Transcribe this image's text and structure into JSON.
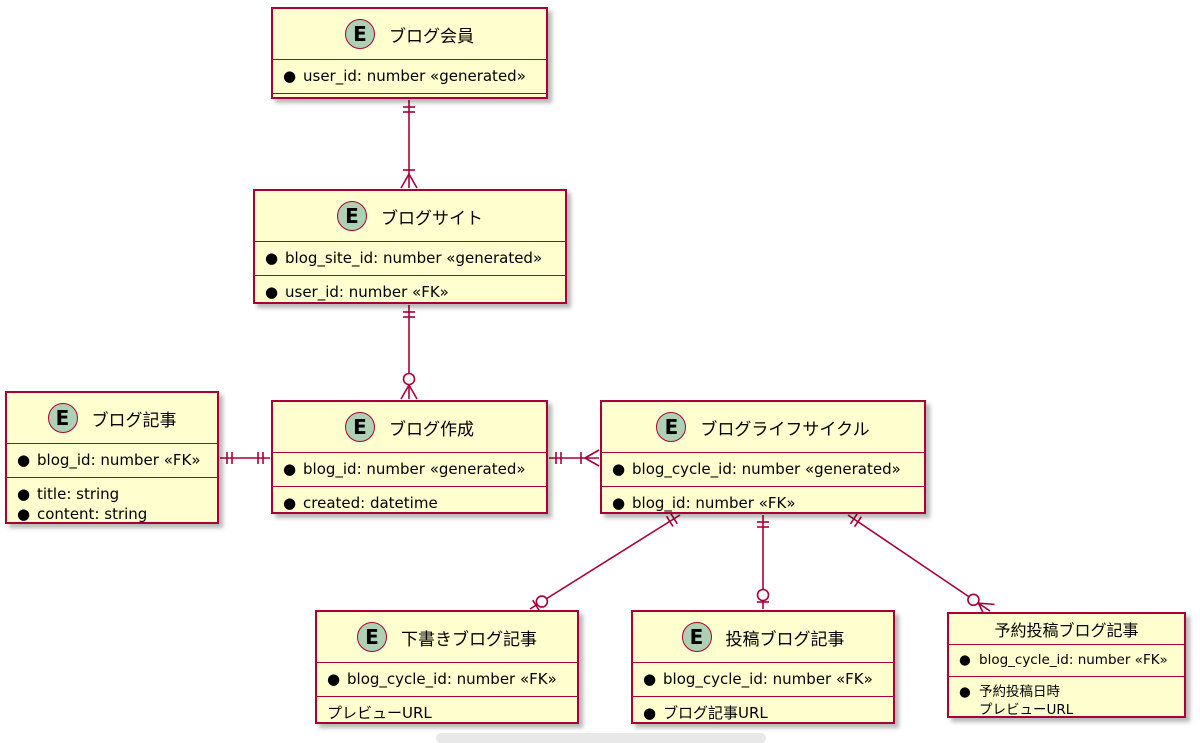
{
  "entities": {
    "member": {
      "title": "ブログ会員",
      "badge": "E",
      "sections": [
        [
          {
            "bullet": true,
            "text": "user_id: number «generated»"
          }
        ]
      ]
    },
    "site": {
      "title": "ブログサイト",
      "badge": "E",
      "sections": [
        [
          {
            "bullet": true,
            "text": "blog_site_id: number «generated»"
          }
        ],
        [
          {
            "bullet": true,
            "text": "user_id: number «FK»"
          }
        ]
      ]
    },
    "article": {
      "title": "ブログ記事",
      "badge": "E",
      "sections": [
        [
          {
            "bullet": true,
            "text": "blog_id: number «FK»"
          }
        ],
        [
          {
            "bullet": true,
            "text": "title: string"
          },
          {
            "bullet": true,
            "text": "content: string"
          }
        ]
      ]
    },
    "creation": {
      "title": "ブログ作成",
      "badge": "E",
      "sections": [
        [
          {
            "bullet": true,
            "text": "blog_id: number «generated»"
          }
        ],
        [
          {
            "bullet": true,
            "text": "created: datetime"
          }
        ]
      ]
    },
    "lifecycle": {
      "title": "ブログライフサイクル",
      "badge": "E",
      "sections": [
        [
          {
            "bullet": true,
            "text": "blog_cycle_id: number «generated»"
          }
        ],
        [
          {
            "bullet": true,
            "text": "blog_id: number «FK»"
          }
        ]
      ]
    },
    "draft": {
      "title": "下書きブログ記事",
      "badge": "E",
      "sections": [
        [
          {
            "bullet": true,
            "text": "blog_cycle_id: number «FK»"
          }
        ],
        [
          {
            "bullet": false,
            "text": "プレビューURL"
          }
        ]
      ]
    },
    "published": {
      "title": "投稿ブログ記事",
      "badge": "E",
      "sections": [
        [
          {
            "bullet": true,
            "text": "blog_cycle_id: number «FK»"
          }
        ],
        [
          {
            "bullet": true,
            "text": "ブログ記事URL"
          }
        ]
      ]
    },
    "scheduled": {
      "title": "予約投稿ブログ記事",
      "badge": "",
      "sections": [
        [
          {
            "bullet": true,
            "text": "blog_cycle_id: number «FK»"
          }
        ],
        [
          {
            "bullet": true,
            "text": "予約投稿日時\nプレビューURL"
          }
        ]
      ]
    }
  },
  "relations": [
    {
      "from": "member",
      "to": "site",
      "from_card": "exactly-one",
      "to_card": "one-or-many"
    },
    {
      "from": "site",
      "to": "creation",
      "from_card": "exactly-one",
      "to_card": "zero-or-many"
    },
    {
      "from": "article",
      "to": "creation",
      "from_card": "exactly-one",
      "to_card": "exactly-one"
    },
    {
      "from": "creation",
      "to": "lifecycle",
      "from_card": "exactly-one",
      "to_card": "one-or-many"
    },
    {
      "from": "lifecycle",
      "to": "draft",
      "from_card": "exactly-one",
      "to_card": "zero-or-one"
    },
    {
      "from": "lifecycle",
      "to": "published",
      "from_card": "exactly-one",
      "to_card": "zero-or-one"
    },
    {
      "from": "lifecycle",
      "to": "scheduled",
      "from_card": "exactly-one",
      "to_card": "zero-or-many"
    }
  ],
  "colors": {
    "border": "#a80036",
    "fill": "#fefece",
    "badge": "#add1b2"
  }
}
